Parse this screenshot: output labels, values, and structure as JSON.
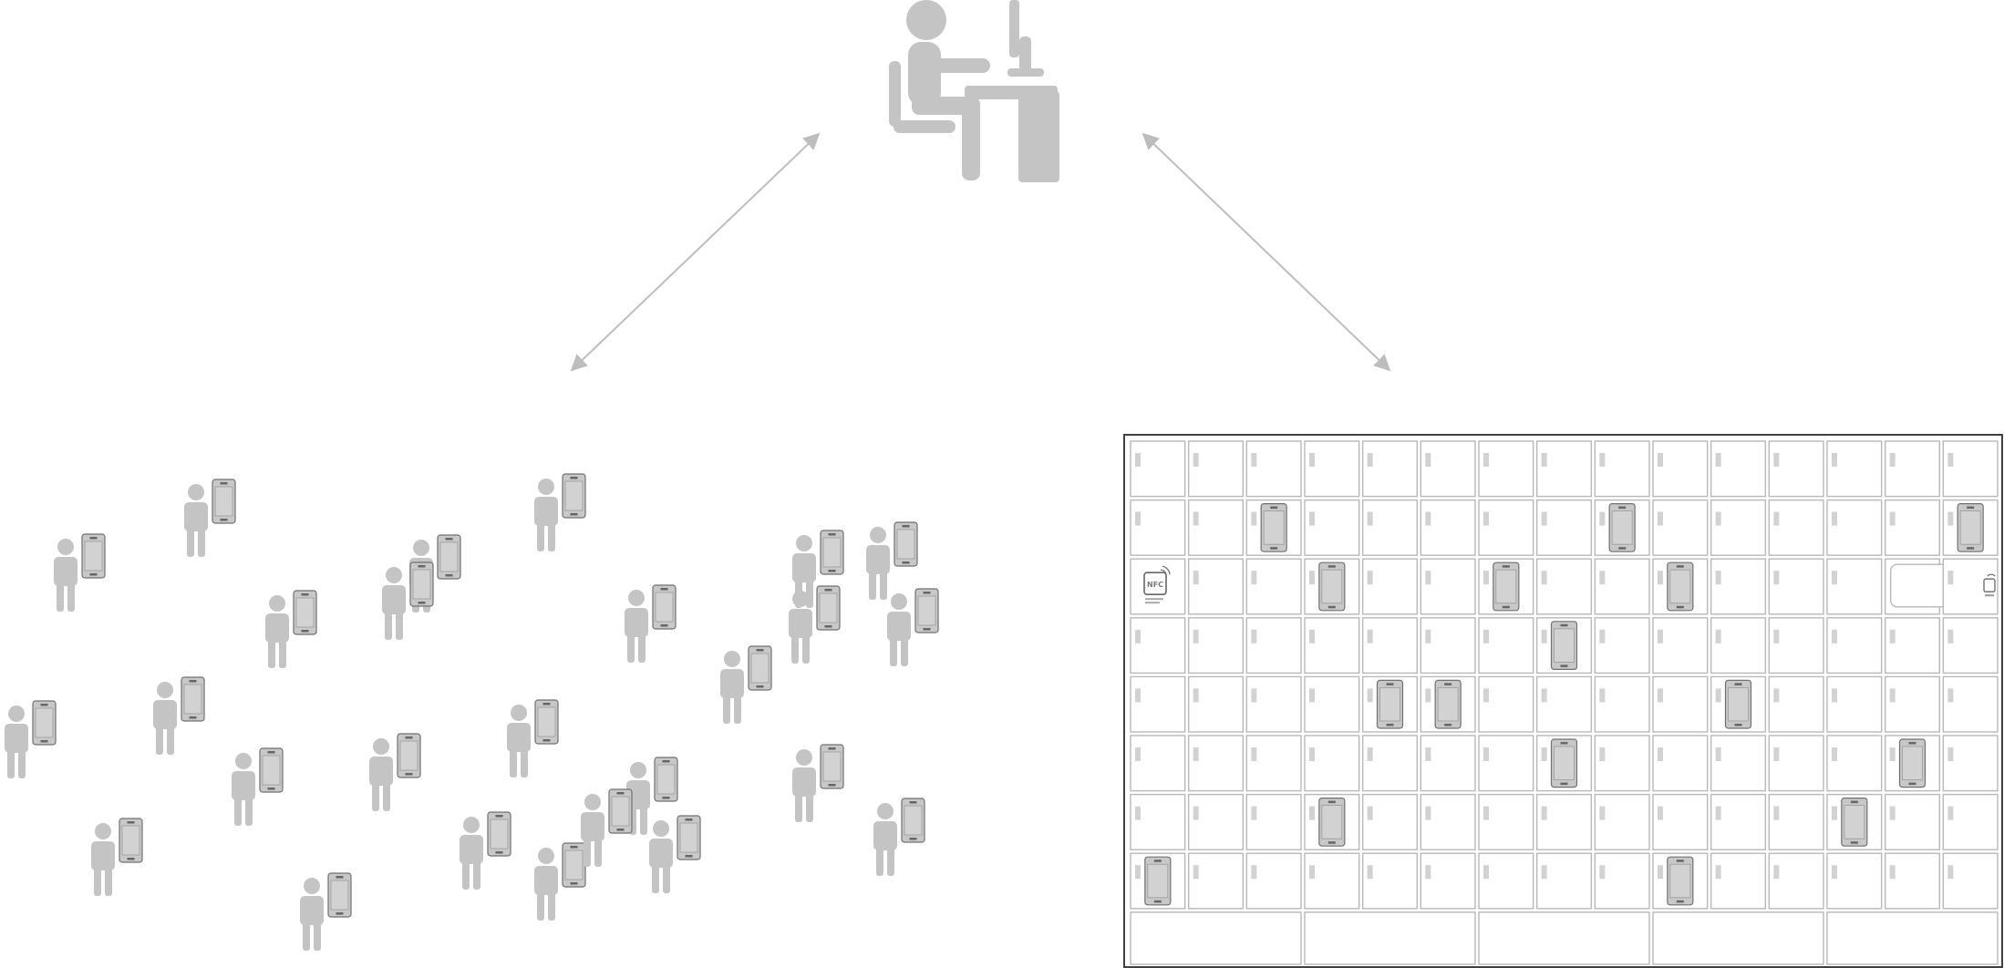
{
  "colors": {
    "background": "#ffffff",
    "icon_fill": "#c4c4c4",
    "arrow": "#bdbdbd",
    "cabinet_border": "#404040",
    "locker_border": "#b8b8b8",
    "locker_latch": "#d2d2d2",
    "phone_fill": "#c8c8c8",
    "phone_stroke": "#707070"
  },
  "icons": {
    "operator": "person-at-desk-icon",
    "crowd_person": "person-icon",
    "crowd_phone": "smartphone-icon",
    "nfc_reader": "nfc-reader-icon",
    "kiosk": "kiosk-terminal-icon"
  },
  "nfc_label": "NFC",
  "cabinet": {
    "rows": 8,
    "cols": 15,
    "bottom_drawers": 5,
    "occupied_lockers": [
      [
        1,
        2
      ],
      [
        1,
        8
      ],
      [
        1,
        14
      ],
      [
        2,
        3
      ],
      [
        2,
        6
      ],
      [
        2,
        9
      ],
      [
        3,
        7
      ],
      [
        4,
        4
      ],
      [
        4,
        5
      ],
      [
        4,
        10
      ],
      [
        5,
        7
      ],
      [
        5,
        13
      ],
      [
        6,
        3
      ],
      [
        6,
        12
      ],
      [
        7,
        0
      ],
      [
        7,
        9
      ]
    ],
    "nfc_locker": [
      2,
      0
    ],
    "display_locker": [
      2,
      13
    ]
  },
  "crowd_count": 26
}
